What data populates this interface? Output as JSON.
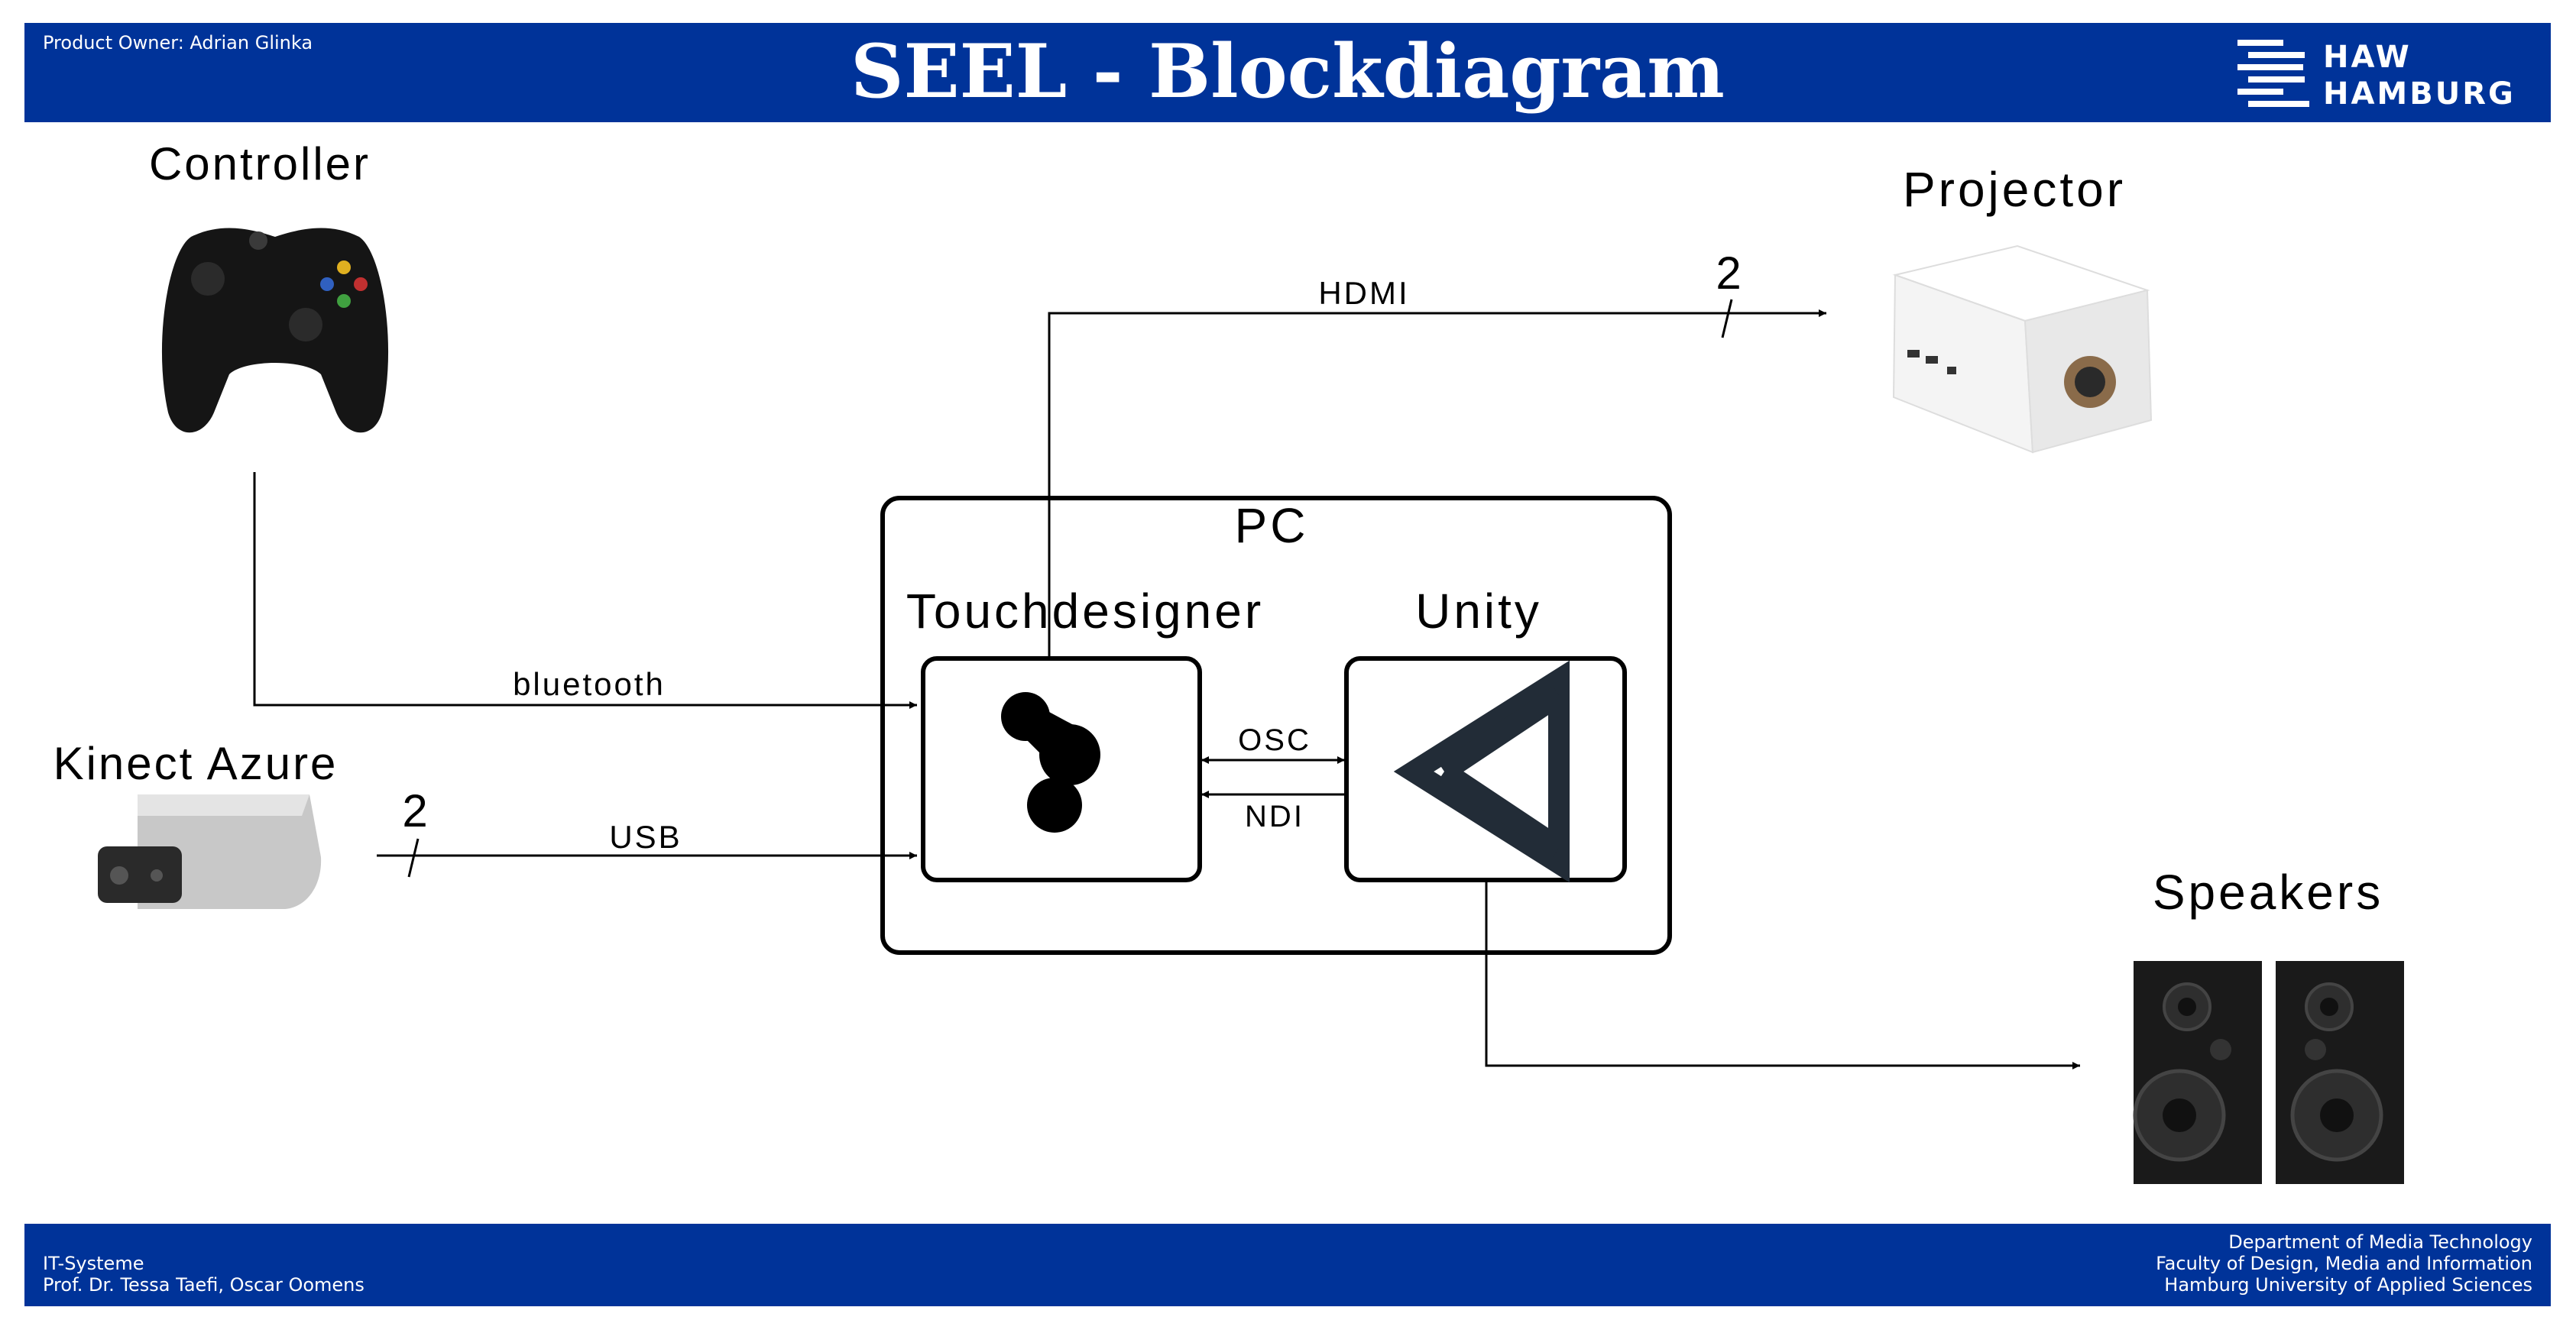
{
  "header": {
    "product_owner": "Product Owner: Adrian Glinka",
    "title": "SEEL - Blockdiagram",
    "logo_line1": "HAW",
    "logo_line2": "HAMBURG"
  },
  "diagram": {
    "controller": "Controller",
    "projector": "Projector",
    "kinect": "Kinect Azure",
    "speakers": "Speakers",
    "pc": "PC",
    "touchdesigner": "Touchdesigner",
    "unity": "Unity",
    "edges": {
      "hdmi": "HDMI",
      "hdmi_count": "2",
      "bluetooth": "bluetooth",
      "usb": "USB",
      "usb_count": "2",
      "osc": "OSC",
      "ndi": "NDI"
    }
  },
  "footer": {
    "course": "IT-Systeme",
    "people": "Prof. Dr. Tessa Taefi, Oscar Oomens",
    "dept": "Department of Media Technology",
    "faculty": "Faculty of Design, Media and Information",
    "university": "Hamburg University of Applied Sciences"
  },
  "colors": {
    "brand": "#003399",
    "controller": "#151515",
    "projector": "#f2f2f2",
    "kinect": "#c8c8c8",
    "speaker": "#1a1a1a",
    "unity": "#222c37"
  }
}
